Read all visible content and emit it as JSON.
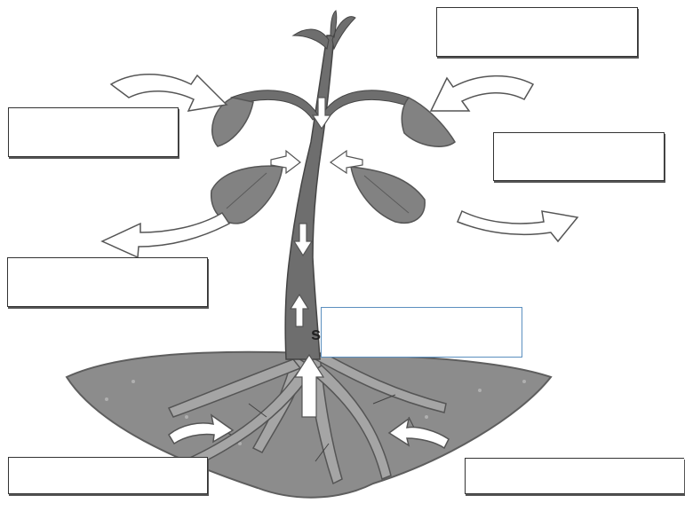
{
  "diagram": {
    "subject": "plant-transport-worksheet",
    "stem_letter": "s",
    "colors": {
      "soil": "#8c8c8c",
      "soil_edge": "#5e5e5e",
      "plant": "#6e6e6e",
      "leaf": "#828282",
      "root": "#9a9a9a",
      "arrow_fill": "#ffffff",
      "arrow_stroke": "#555555",
      "label_border": "#333333",
      "label_border_blue": "#5b8fbf"
    },
    "labels": [
      {
        "id": "top-right",
        "text": ""
      },
      {
        "id": "upper-left",
        "text": ""
      },
      {
        "id": "right-middle",
        "text": ""
      },
      {
        "id": "left-middle",
        "text": ""
      },
      {
        "id": "center-stem",
        "text": ""
      },
      {
        "id": "bottom-left",
        "text": ""
      },
      {
        "id": "bottom-right",
        "text": ""
      }
    ]
  }
}
